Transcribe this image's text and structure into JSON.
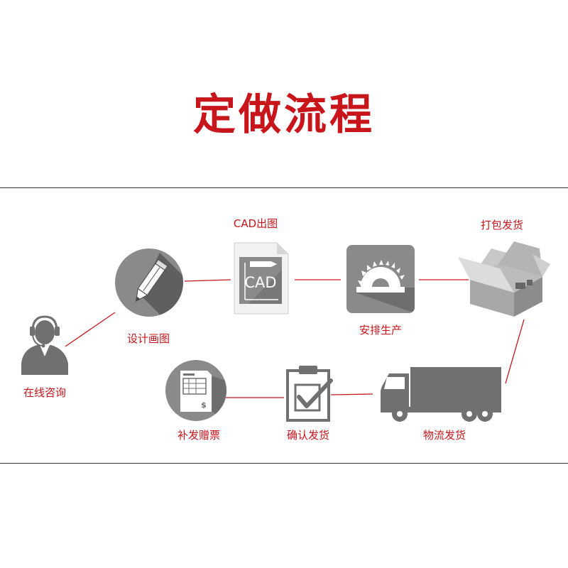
{
  "title": "定做流程",
  "accent_color": "#c8151b",
  "icon_color": "#707070",
  "steps": [
    {
      "label": "在线咨询",
      "icon": "customer-service-icon"
    },
    {
      "label": "设计画图",
      "icon": "pencil-icon"
    },
    {
      "label": "CAD出图",
      "icon": "cad-file-icon"
    },
    {
      "label": "安排生产",
      "icon": "saw-blade-icon"
    },
    {
      "label": "打包发货",
      "icon": "package-box-icon"
    },
    {
      "label": "物流发货",
      "icon": "delivery-truck-icon"
    },
    {
      "label": "确认发货",
      "icon": "clipboard-check-icon"
    },
    {
      "label": "补发赠票",
      "icon": "invoice-icon"
    }
  ]
}
